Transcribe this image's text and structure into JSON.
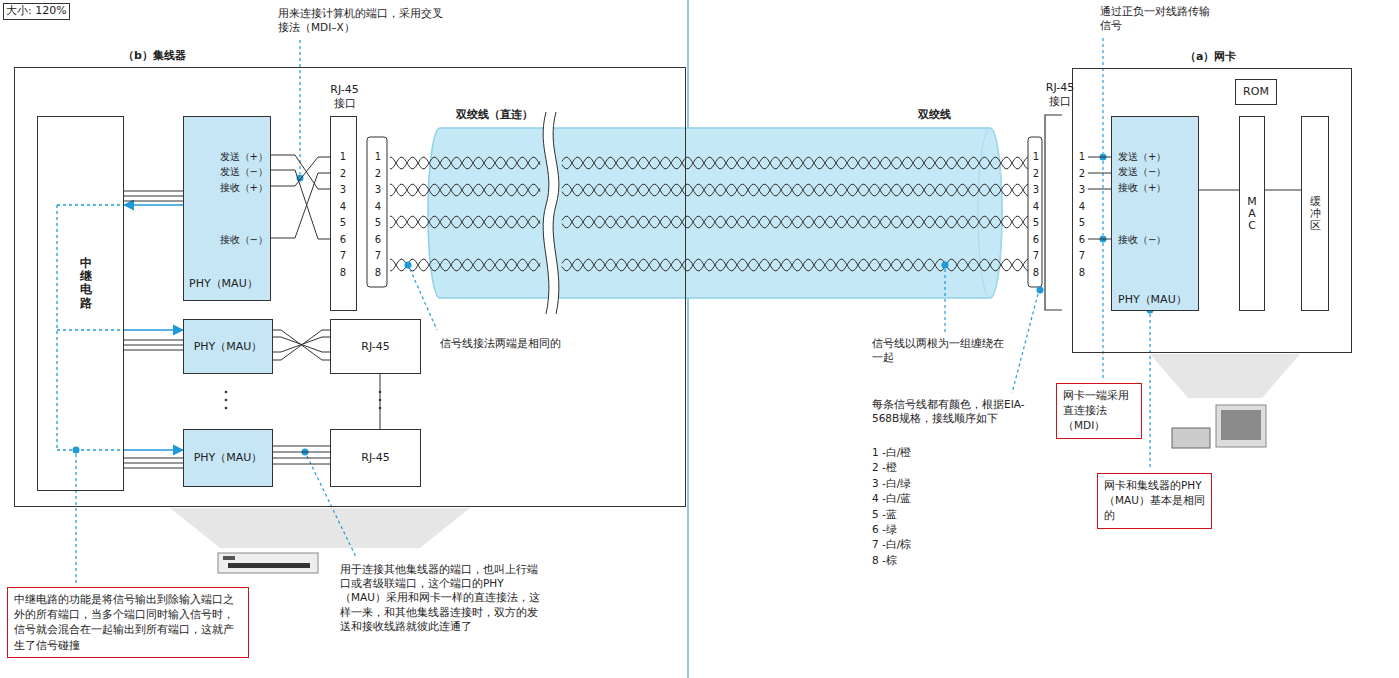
{
  "diagram": {
    "nodes": [
      {
        "text": [
          "（b）集线器"
        ]
      },
      {
        "text": [
          "中继电路"
        ],
        "in": 0
      },
      {
        "text": [
          "发送（+）",
          "发送（−）",
          "接收（+）",
          "接收（−）",
          "PHY（MAU）"
        ],
        "in": 0
      },
      {
        "text": [
          "RJ-45 接口"
        ],
        "in": 0
      },
      {
        "text": [
          "PHY（MAU）"
        ],
        "in": 0
      },
      {
        "text": [
          "RJ-45"
        ],
        "in": 0
      },
      {
        "text": [
          "PHY（MAU）"
        ],
        "in": 0
      },
      {
        "text": [
          "RJ-45"
        ],
        "in": 0
      },
      {
        "text": [
          "（a）网卡"
        ]
      },
      {
        "text": [
          "ROM"
        ],
        "in": 8
      },
      {
        "text": [
          "发送（+）",
          "发送（−）",
          "接收（+）",
          "接收（−）",
          "PHY（MAU）"
        ],
        "in": 8
      },
      {
        "text": [
          "MAC"
        ],
        "in": 8
      },
      {
        "text": [
          "缓冲区"
        ],
        "in": 8
      },
      {
        "text": [
          "RJ-45 接口"
        ]
      },
      {
        "text": [
          "中继电路的功能是将信号输出到除输入端口之外的所有端口，当多个端口同时输入信号时，信号就会混合在一起输出到所有端口，这就产生了信号碰撞"
        ]
      },
      {
        "text": [
          "网卡一端采用直连接法（MDI）"
        ]
      },
      {
        "text": [
          "网卡和集线器的PHY（MAU）基本是相同的"
        ]
      }
    ],
    "edges": [
      {
        "from": 2,
        "to": 1,
        "arrow": "to"
      },
      {
        "from": 1,
        "to": 4,
        "arrow": "to"
      },
      {
        "from": 1,
        "to": 6,
        "arrow": "to"
      },
      {
        "from": 1,
        "to": 2,
        "arrow": "none"
      },
      {
        "from": 1,
        "to": 4,
        "arrow": "none"
      },
      {
        "from": 1,
        "to": 6,
        "arrow": "none"
      },
      {
        "from": 4,
        "to": 5,
        "arrow": "none"
      },
      {
        "from": 6,
        "to": 7,
        "arrow": "none"
      },
      {
        "from": 5,
        "to": 7,
        "arrow": "none"
      },
      {
        "from": 2,
        "to": 3,
        "arrow": "none"
      },
      {
        "from": 13,
        "to": 10,
        "arrow": "none"
      },
      {
        "from": 10,
        "to": 11,
        "arrow": "none"
      },
      {
        "from": 11,
        "to": 12,
        "arrow": "none"
      }
    ],
    "labels": [
      "大小: 120%",
      "用来连接计算机的端口，采用交叉接法（MDI–X）",
      "双绞线（直连）",
      "双绞线",
      "通过正负一对线路传输信号",
      "1",
      "2",
      "3",
      "4",
      "5",
      "6",
      "7",
      "8",
      "1",
      "2",
      "3",
      "4",
      "5",
      "6",
      "7",
      "8",
      "1",
      "2",
      "3",
      "4",
      "5",
      "6",
      "7",
      "8",
      "1",
      "2",
      "3",
      "4",
      "5",
      "6",
      "7",
      "8",
      "信号线接法两端是相同的",
      "信号线以两根为一组缠绕在一起",
      "每条信号线都有颜色，根据EIA-568B规格，接线顺序如下",
      "1 -白/橙",
      "2 -橙",
      "3 -白/绿",
      "4 -白/蓝",
      "5 -蓝",
      "6 -绿",
      "7 -白/棕",
      "8 -棕",
      "用于连接其他集线器的端口，也叫上行端口或者级联端口，这个端口的PHY（MAU）采用和网卡一样的直连接法，这样一来，和其他集线器连接时，双方的发送和接收线路就彼此连通了"
    ]
  }
}
